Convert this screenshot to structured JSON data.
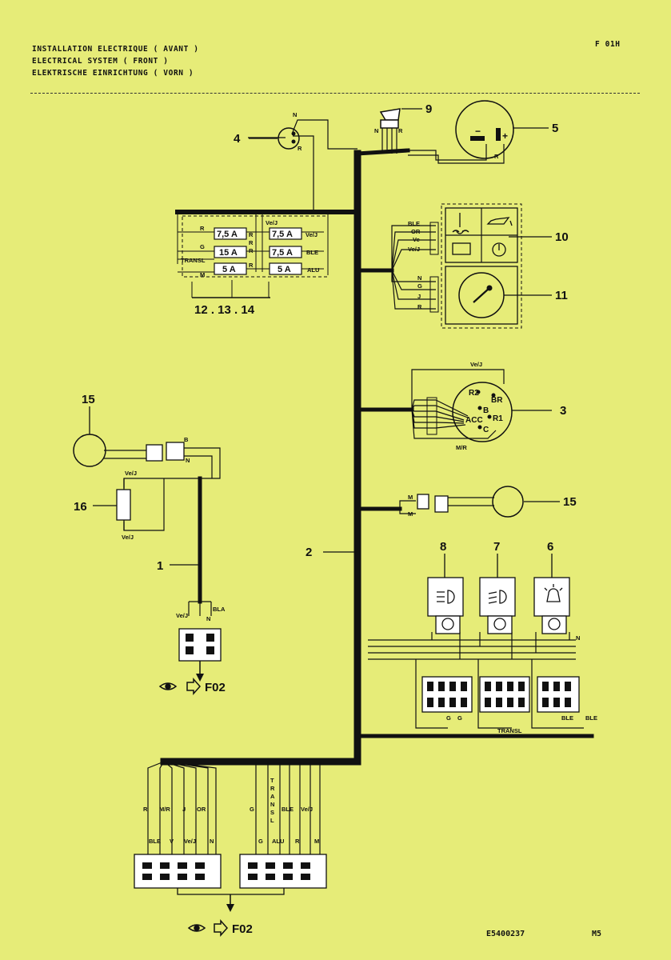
{
  "header": {
    "title_fr": "INSTALLATION ELECTRIQUE ( AVANT )",
    "title_en": "ELECTRICAL SYSTEM ( FRONT )",
    "title_de": "ELEKTRISCHE EINRICHTUNG ( VORN )",
    "page_code": "F 01H"
  },
  "callouts": {
    "c1": "1",
    "c2": "2",
    "c3": "3",
    "c4": "4",
    "c5": "5",
    "c6": "6",
    "c7": "7",
    "c8": "8",
    "c9": "9",
    "c10": "10",
    "c11": "11",
    "c15a": "15",
    "c15b": "15",
    "c16": "16",
    "fuse_refs": "12 . 13 . 14"
  },
  "fusebox": {
    "fuses": [
      "7,5 A",
      "7,5 A",
      "15 A",
      "7,5 A",
      "5 A",
      "5 A"
    ],
    "wires_left": [
      "R",
      "G",
      "TRANSL",
      "M"
    ],
    "wires_right": [
      "Ve/J",
      "Ve/J",
      "BLE",
      "ALU"
    ],
    "wires_mid": [
      "R",
      "R",
      "R",
      "R"
    ]
  },
  "wires": {
    "N": "N",
    "R": "R",
    "B": "B",
    "M": "M",
    "J": "J",
    "G": "G",
    "V": "V",
    "VeJ": "Ve/J",
    "BLE": "BLE",
    "OR": "OR",
    "Ve": "Ve",
    "MR": "M/R",
    "BLA": "BLA",
    "ALU": "ALU",
    "TRANSL": "TRANSL",
    "BR": "BR"
  },
  "battery": {
    "minus": "−",
    "plus": "+"
  },
  "ignition": {
    "R2": "R2",
    "BR": "BR",
    "B": "B",
    "ACC": "ACC",
    "R1": "R1",
    "C": "C"
  },
  "vertical_transl": [
    "T",
    "R",
    "A",
    "N",
    "S",
    "L"
  ],
  "bottom_left_top": [
    "R",
    "M/R",
    "J",
    "OR"
  ],
  "bottom_left_low": [
    "BLE",
    "V",
    "Ve/J",
    "N"
  ],
  "bottom_right_top": [
    "G",
    "BLE",
    "Ve/J"
  ],
  "bottom_right_low": [
    "G",
    "ALU",
    "R",
    "M"
  ],
  "references": {
    "ref_a": "F02",
    "ref_b": "F02"
  },
  "footer": {
    "drawing_no": "E5400237",
    "sheet": "M5"
  },
  "colors": {
    "paper": "#e6ec78",
    "ink": "#111111"
  }
}
